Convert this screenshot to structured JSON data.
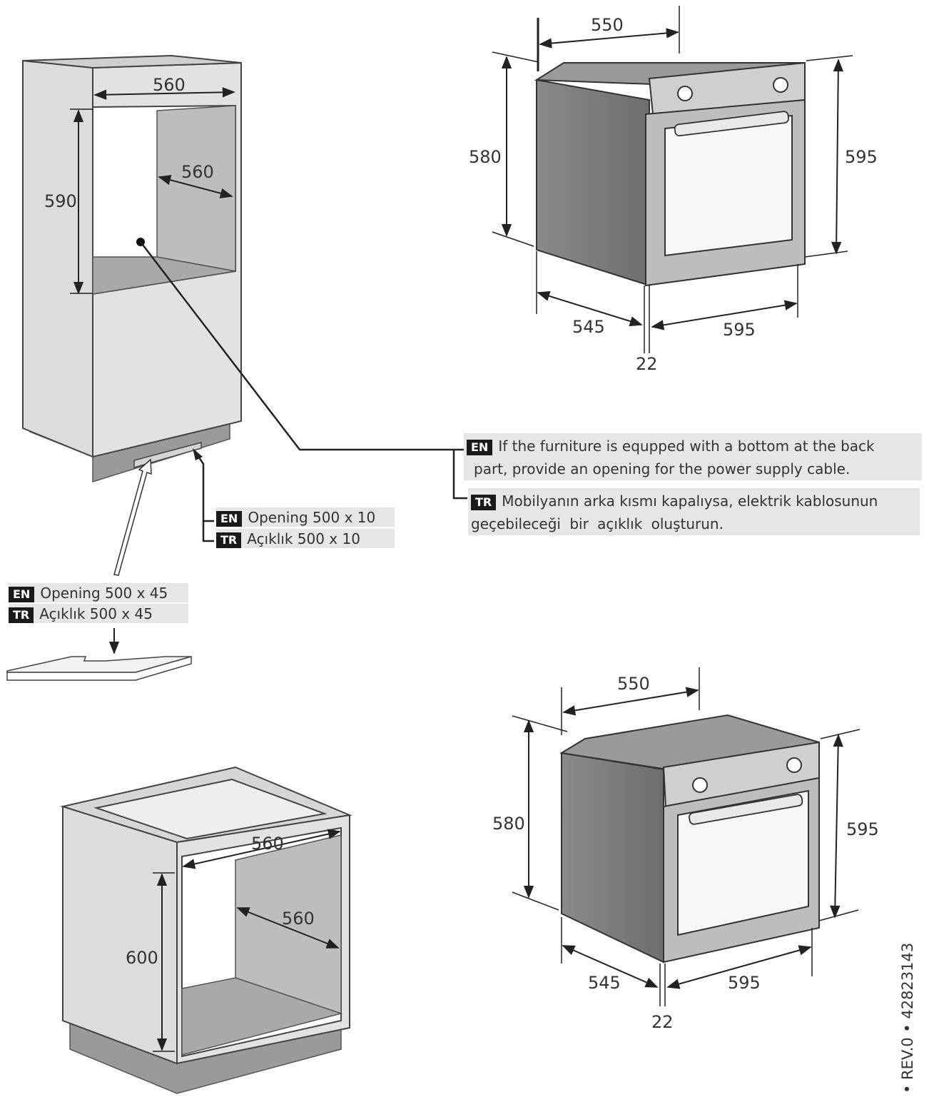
{
  "dimensions": {
    "tall_cabinet_width": "560",
    "tall_cabinet_depth": "560",
    "tall_cabinet_height": "590",
    "base_cabinet_width": "560",
    "base_cabinet_depth": "560",
    "base_cabinet_height": "600",
    "oven_top_depth_top": "550",
    "oven_top_height_left": "580",
    "oven_top_height_right": "595",
    "oven_top_depth_bottom": "545",
    "oven_top_width_bottom": "595",
    "oven_top_panel": "22",
    "oven_bottom_depth_top": "550",
    "oven_bottom_height_left": "580",
    "oven_bottom_height_right": "595",
    "oven_bottom_depth_bottom": "545",
    "oven_bottom_width_bottom": "595",
    "oven_bottom_panel": "22"
  },
  "notes": {
    "power_en_tag": "EN",
    "power_en_line1": "If the furniture is equpped with a bottom at the back",
    "power_en_line2": "part, provide an opening for the power supply cable.",
    "power_tr_tag": "TR",
    "power_tr_line1": "Mobilyanın arka kısmı kapalıysa, elektrik kablosunun",
    "power_tr_line2": "geçebileceği bir açıklık oluşturun.",
    "opening10_en_tag": "EN",
    "opening10_en": "Opening 500 x 10",
    "opening10_tr_tag": "TR",
    "opening10_tr": "Açıklık 500 x 10",
    "opening45_en_tag": "EN",
    "opening45_en": "Opening 500 x 45",
    "opening45_tr_tag": "TR",
    "opening45_tr": "Açıklık 500 x 45"
  },
  "footer": {
    "revision": "• REV.0 • 42823143"
  }
}
